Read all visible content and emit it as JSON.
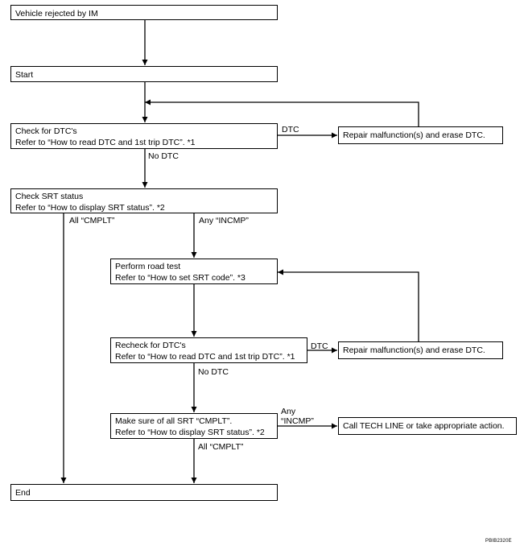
{
  "flow": {
    "rejected": "Vehicle rejected by IM",
    "start": "Start",
    "check_dtc": {
      "line1": "Check for DTC's",
      "line2": "Refer to “How to read DTC and 1st trip DTC”. *1"
    },
    "repair_1": "Repair malfunction(s) and erase DTC.",
    "check_srt": {
      "line1": "Check SRT status",
      "line2": "Refer to “How to display SRT status”. *2"
    },
    "road_test": {
      "line1": "Perform road test",
      "line2": "Refer to “How to set SRT code”. *3"
    },
    "recheck_dtc": {
      "line1": "Recheck for DTC's",
      "line2": "Refer to “How to read DTC and 1st trip DTC”. *1"
    },
    "repair_2": "Repair malfunction(s) and erase DTC.",
    "make_sure": {
      "line1": "Make sure of all SRT “CMPLT”.",
      "line2": "Refer to “How to display SRT status”. *2"
    },
    "tech_line": "Call TECH LINE or take appropriate action.",
    "end": "End"
  },
  "labels": {
    "dtc_1": "DTC",
    "no_dtc_1": "No DTC",
    "all_cmplt_1": "All “CMPLT”",
    "any_incmp_1": "Any “INCMP”",
    "dtc_2": "DTC",
    "no_dtc_2": "No DTC",
    "any": "Any",
    "incmp_2": "“INCMP”",
    "all_cmplt_2": "All “CMPLT”"
  },
  "figure_code": "PBIB2320E"
}
